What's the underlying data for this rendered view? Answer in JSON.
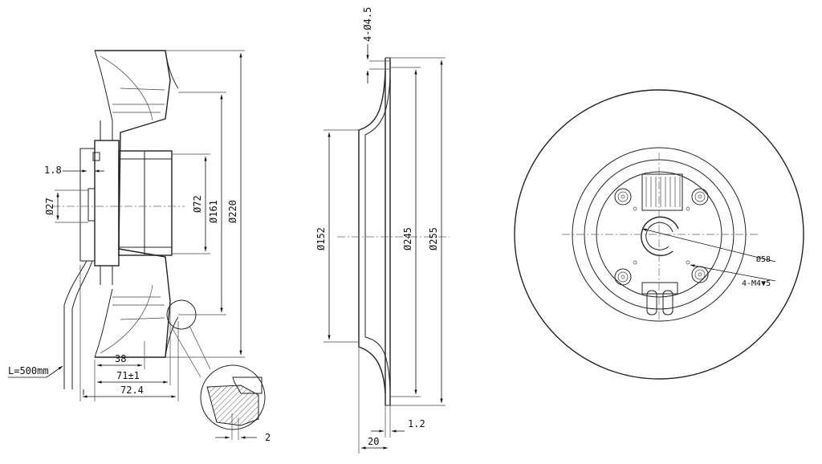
{
  "side_view": {
    "dim_1_8": "1.8",
    "dim_27": "Ø27",
    "dim_72": "Ø72",
    "dim_161": "Ø161",
    "dim_220": "Ø220",
    "dim_38": "38",
    "dim_71": "71±1",
    "dim_72_4": "72.4",
    "dim_2": "2",
    "cable_length": "L=500mm"
  },
  "inlet_ring_view": {
    "holes": "4-Ø4.5",
    "dim_152": "Ø152",
    "dim_245": "Ø245",
    "dim_255": "Ø255",
    "dim_1_2": "1.2",
    "dim_20": "20"
  },
  "front_view": {
    "dim_58": "Ø58",
    "threads": "4-M4▼5"
  }
}
